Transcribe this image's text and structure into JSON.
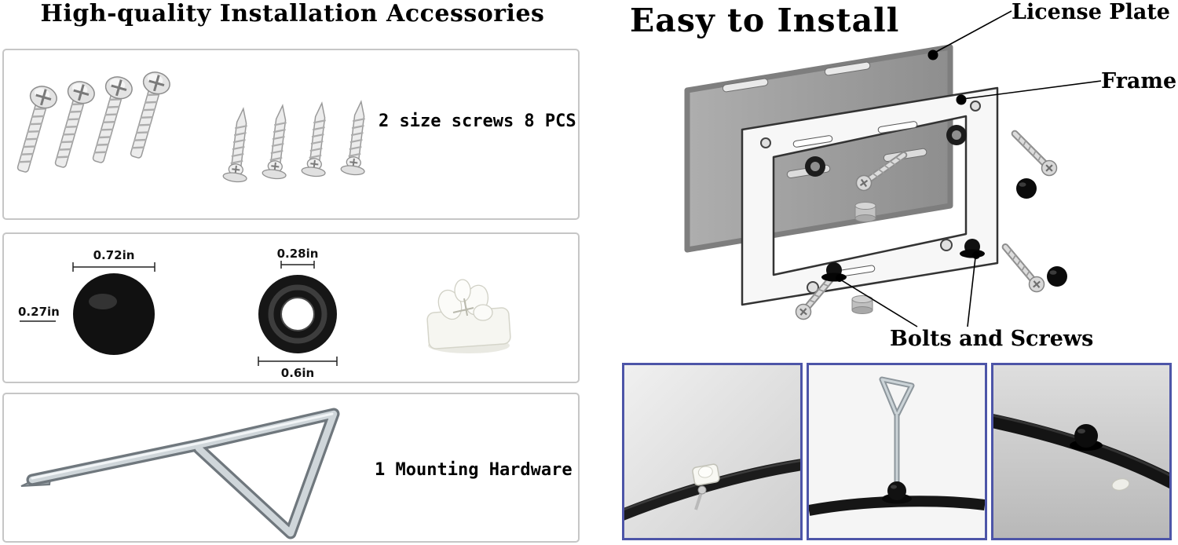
{
  "colors": {
    "photo_border": "#4d55a8",
    "box_border": "#c6c6c6",
    "plate_gray": "#9b9b9b",
    "ink": "#000000"
  },
  "left": {
    "title": "High-quality Installation Accessories",
    "screws": {
      "label": "2 size screws 8 PCS"
    },
    "cap": {
      "diameter_label": "0.72in",
      "height_label": "0.27in"
    },
    "grommet": {
      "hole_label": "0.28in",
      "diameter_label": "0.6in"
    },
    "mounting": {
      "label": "1 Mounting Hardware"
    }
  },
  "right": {
    "title": "Easy to Install",
    "labels": {
      "license_plate": "License Plate",
      "frame": "Frame",
      "bolts": "Bolts and Screws"
    }
  }
}
